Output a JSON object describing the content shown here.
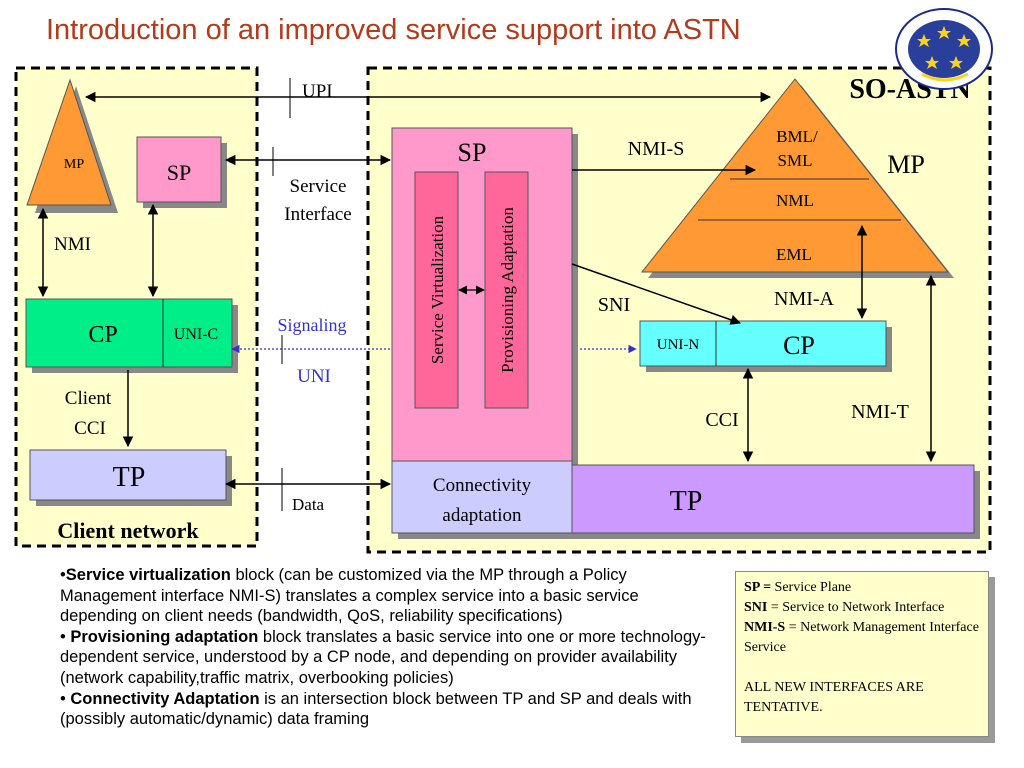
{
  "title": "Introduction of an improved service support into ASTN",
  "client": {
    "caption": "Client network",
    "mp": "MP",
    "sp": "SP",
    "cp": "CP",
    "uni_c": "UNI-C",
    "tp": "TP",
    "nmi": "NMI",
    "client_cci_line1": "Client",
    "client_cci_line2": "CCI"
  },
  "middle": {
    "upi": "UPI",
    "service_interface_line1": "Service",
    "service_interface_line2": "Interface",
    "signaling": "Signaling",
    "uni": "UNI",
    "data": "Data"
  },
  "so_astn": {
    "caption": "SO-ASTN",
    "sp": "SP",
    "service_virtualization": "Service Virtualization",
    "provisioning_adaptation": "Provisioning Adaptation",
    "connectivity_line1": "Connectivity",
    "connectivity_line2": "adaptation",
    "nmi_s": "NMI-S",
    "sni": "SNI",
    "mp": "MP",
    "bml_line1": "BML/",
    "bml_line2": "SML",
    "nml": "NML",
    "eml": "EML",
    "nmi_a": "NMI-A",
    "uni_n": "UNI-N",
    "cp": "CP",
    "cci": "CCI",
    "nmi_t": "NMI-T",
    "tp": "TP"
  },
  "notes": {
    "p1_bold": "Service virtualization",
    "p1_text": " block (can be customized via the MP through a Policy Management interface NMI-S) translates a complex service into a basic service depending on client needs (bandwidth, QoS, reliability specifications)",
    "p2_bold": "Provisioning adaptation",
    "p2_text": " block translates a basic service into one or more technology- dependent service, understood by a CP node, and depending on provider availability (network capability,traffic matrix, overbooking policies)",
    "p3_bold": "Connectivity Adaptation",
    "p3_text": " is an intersection block between TP and SP and deals with (possibly automatic/dynamic) data framing"
  },
  "glossary": {
    "sp_term": "SP =",
    "sp_def": " Service Plane",
    "sni_term": "SNI",
    "sni_def": " = Service to Network Interface",
    "nmi_s_term": "NMI-S",
    "nmi_s_def": " = Network Management Interface Service",
    "note": "ALL NEW INTERFACES ARE TENTATIVE."
  },
  "colors": {
    "title": "#b23b1c",
    "region_fill": "#ffffcc",
    "mp_orange": "#ff9933",
    "sp_pink": "#ff99cc",
    "cp_green": "#00ee88",
    "cp_cyan": "#66ffff",
    "tp_lavender": "#ccccff",
    "tp_purple": "#cc99ff",
    "signaling_blue": "#3333cc"
  }
}
